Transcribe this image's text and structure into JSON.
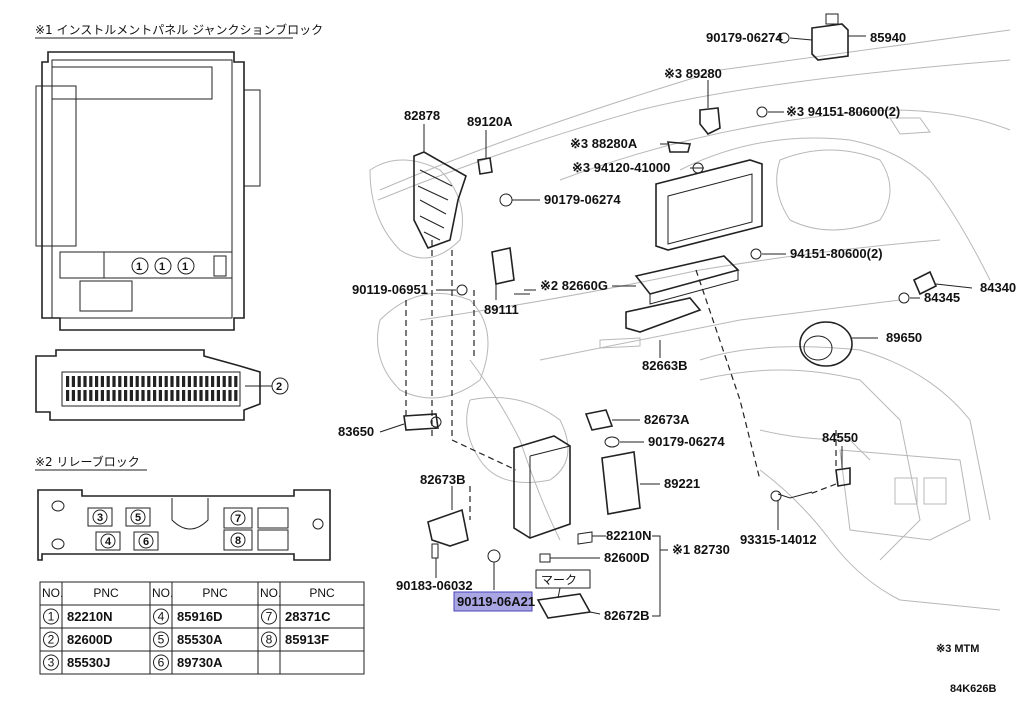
{
  "headers": {
    "junction_block": "※1 インストルメントパネル ジャンクションブロック",
    "relay_block": "※2 リレーブロック"
  },
  "junction_numbers": [
    "①",
    "①",
    "①",
    "②"
  ],
  "relay_numbers": [
    "3",
    "5",
    "4",
    "6",
    "7",
    "8"
  ],
  "table": {
    "col_no": "NO.",
    "col_pnc": "PNC",
    "rows": [
      [
        {
          "no": "1",
          "pnc": "82210N"
        },
        {
          "no": "4",
          "pnc": "85916D"
        },
        {
          "no": "7",
          "pnc": "28371C"
        }
      ],
      [
        {
          "no": "2",
          "pnc": "82600D"
        },
        {
          "no": "5",
          "pnc": "85530A"
        },
        {
          "no": "8",
          "pnc": "85913F"
        }
      ],
      [
        {
          "no": "3",
          "pnc": "85530J"
        },
        {
          "no": "6",
          "pnc": "89730A"
        },
        {
          "no": "",
          "pnc": ""
        }
      ]
    ]
  },
  "parts": {
    "p85940": "85940",
    "p90179a": "90179-06274",
    "p89280": "※3 89280",
    "p94151a": "※3 94151-80600(2)",
    "p82878": "82878",
    "p89120A": "89120A",
    "p88280A": "※3 88280A",
    "p94120": "※3 94120-41000",
    "p90179b": "90179-06274",
    "p94151b": "94151-80600(2)",
    "p84340": "84340",
    "p84345": "84345",
    "p90119_06951": "90119-06951",
    "p89111": "89111",
    "p82660G": "※2 82660G",
    "p89650": "89650",
    "p82663B": "82663B",
    "p83650": "83650",
    "p82673A": "82673A",
    "p90179c": "90179-06274",
    "p84550": "84550",
    "p82673B": "82673B",
    "p89221": "89221",
    "p82210N": "82210N",
    "p82730": "※1 82730",
    "p82600D": "82600D",
    "p93315": "93315-14012",
    "p90183": "90183-06032",
    "p90119_06A21": "90119-06A21",
    "mark": "マーク",
    "p82672B": "82672B"
  },
  "footnote": "※3 MTM",
  "figure_code": "84K626B",
  "colors": {
    "highlight": "#a9a6e3",
    "ink": "#222222"
  }
}
